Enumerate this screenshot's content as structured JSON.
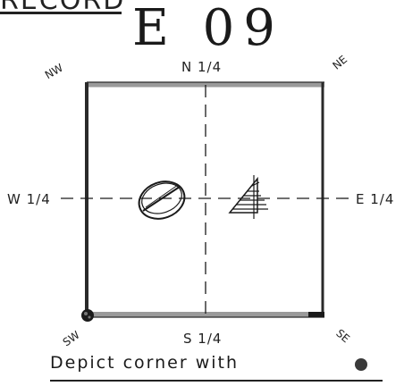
{
  "header": {
    "fragment": "RECORD",
    "handwritten": "E 09"
  },
  "section": {
    "quarters": {
      "north": "N 1/4",
      "south": "S 1/4",
      "west": "W 1/4",
      "east": "E 1/4"
    },
    "corners": {
      "nw": "NW",
      "ne": "NE",
      "sw": "SW",
      "se": "SE"
    }
  },
  "footer": {
    "caption": "Depict corner with"
  },
  "colors": {
    "ink": "#1a1a1a",
    "gray_edge": "#9a9a9a",
    "dark_edge": "#2a2a2a"
  },
  "symbols": [
    "monument-ellipse-symbol",
    "triangle-marker-symbol",
    "found-corner-dot",
    "legend-dot"
  ]
}
